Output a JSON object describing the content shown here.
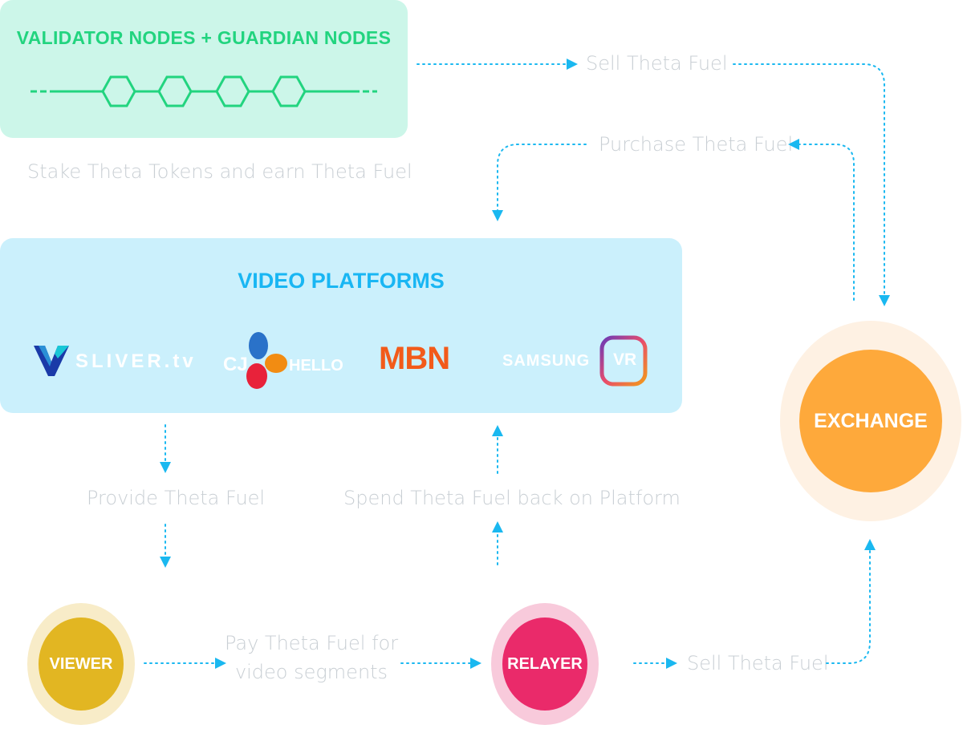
{
  "validator_box": {
    "title": "VALIDATOR NODES + GUARDIAN NODES",
    "caption": "Stake Theta Tokens and earn Theta Fuel"
  },
  "platforms_box": {
    "title": "VIDEO PLATFORMS",
    "logos": {
      "sliver": "SLIVER.tv",
      "cj_prefix": "CJ",
      "cj_suffix": "HELLO",
      "mbn": "MBN",
      "samsung": "SAMSUNG",
      "samsung_vr": "VR"
    }
  },
  "nodes": {
    "viewer": "VIEWER",
    "relayer": "RELAYER",
    "exchange": "EXCHANGE"
  },
  "flows": {
    "sell_top": "Sell Theta Fuel",
    "purchase": "Purchase Theta Fuel",
    "provide": "Provide Theta Fuel",
    "spend": "Spend Theta Fuel back on Platform",
    "pay_line1": "Pay Theta Fuel for",
    "pay_line2": "video segments",
    "sell_bottom": "Sell Theta Fuel"
  },
  "colors": {
    "arrow": "#1ab8f0",
    "validator_bg": "#ccf6e9",
    "validator_accent": "#22d47f",
    "platforms_bg": "#cbf0fc",
    "platforms_accent": "#19b6f3",
    "viewer": "#e2b622",
    "viewer_halo": "#f8ecc8",
    "relayer": "#ea2a6a",
    "relayer_halo": "#f8cadb",
    "exchange": "#fea93b",
    "exchange_halo": "#fef1e3",
    "label": "#c9cfd4",
    "mbn": "#f25a1a"
  }
}
